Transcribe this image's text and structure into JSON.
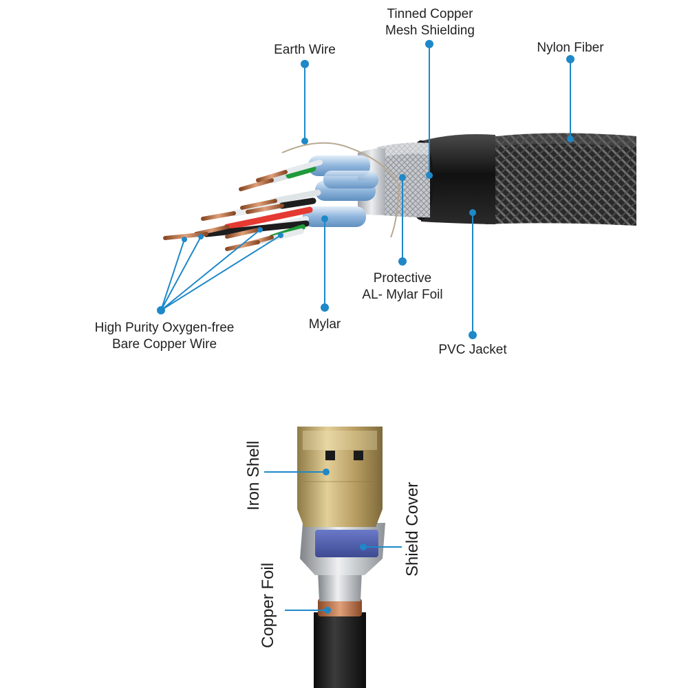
{
  "colors": {
    "callout_blue": "#1e88c8",
    "text": "#222222",
    "jacket": "#1c1c1c",
    "braid": "#3a3a3a",
    "shielding": "#c9ccd0",
    "foil": "#a9c7e6",
    "conductor_gold": "#d9a35a",
    "connector_gold": "#b9a06a",
    "copper_foil": "#c77a4a"
  },
  "cable_labels": {
    "earth_wire": "Earth Wire",
    "tinned_copper": [
      "Tinned Copper",
      "Mesh Shielding"
    ],
    "nylon_fiber": "Nylon Fiber",
    "protective_foil": [
      "Protective",
      "AL- Mylar Foil"
    ],
    "copper_wire": [
      "High Purity Oxygen-free",
      "Bare Copper Wire"
    ],
    "mylar": "Mylar",
    "pvc_jacket": "PVC Jacket"
  },
  "connector_labels": {
    "iron_shell": "Iron Shell",
    "shield_cover": "Shield Cover",
    "copper_foil": "Copper Foil"
  }
}
